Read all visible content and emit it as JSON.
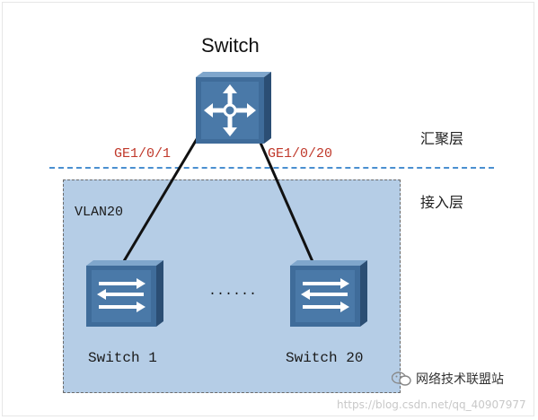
{
  "diagram": {
    "title": "Switch",
    "layers": {
      "aggregation": "汇聚层",
      "access": "接入层"
    },
    "ports": {
      "left": "GE1/0/1",
      "right": "GE1/0/20"
    },
    "vlan_label": "VLAN20",
    "switches": {
      "left": "Switch 1",
      "right": "Switch 20"
    },
    "ellipsis": "......"
  },
  "watermark": {
    "text": "网络技术联盟站",
    "url": "https://blog.csdn.net/qq_40907977"
  },
  "colors": {
    "vlan_fill": "#b5cde6",
    "divider": "#4a8fd0",
    "port_text": "#c0392b",
    "device_body": "#3f6c9a"
  }
}
